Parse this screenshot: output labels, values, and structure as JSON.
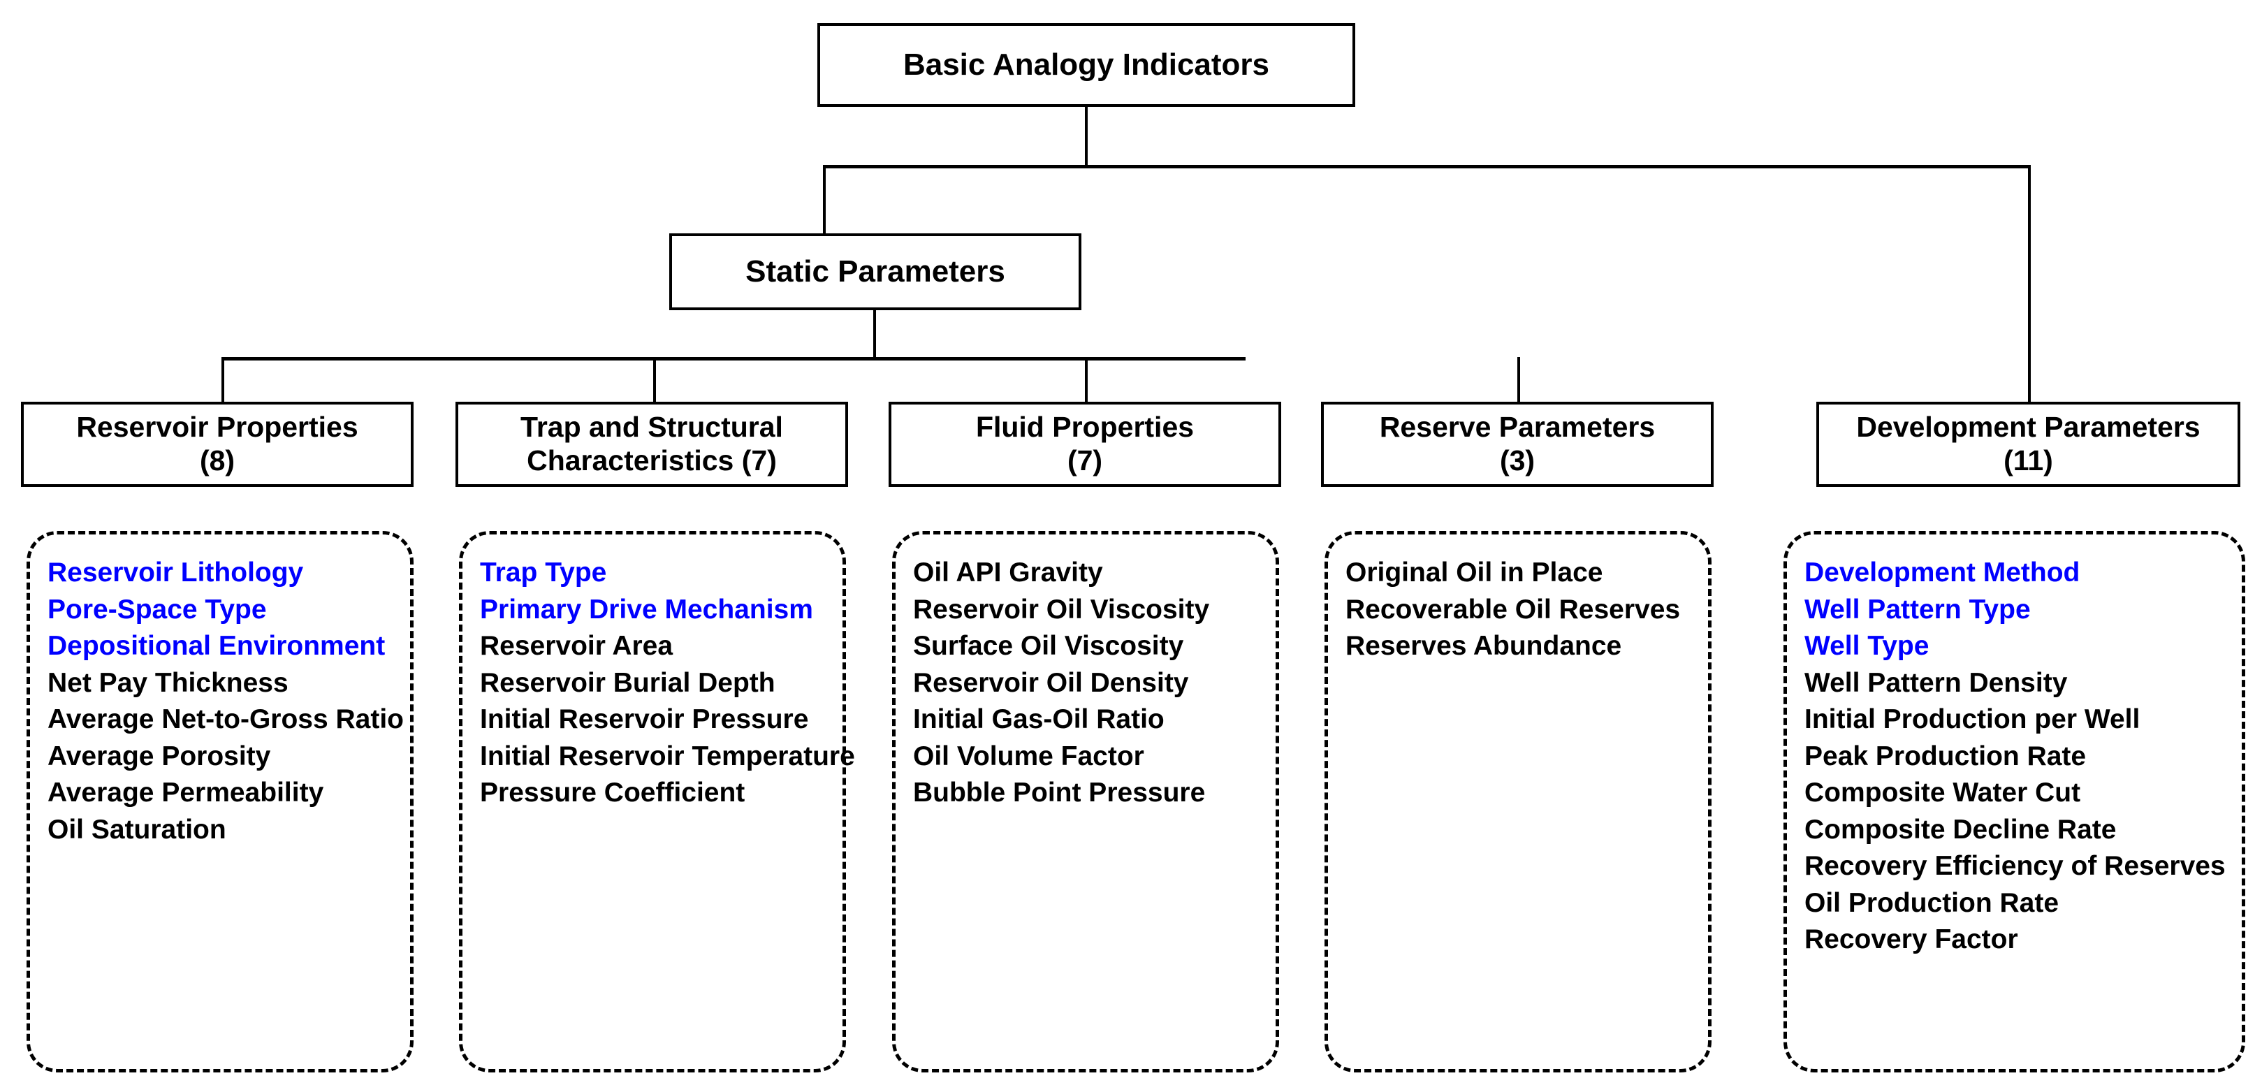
{
  "diagram": {
    "root": {
      "label": "Basic Analogy Indicators"
    },
    "level2": {
      "label": "Static Parameters"
    },
    "highlight_color": "#0000FF",
    "text_color": "#000000",
    "categories": [
      {
        "title": "Reservoir Properties",
        "count": "(8)",
        "title_line1": "Reservoir Properties",
        "title_line2": "(8)",
        "items": [
          {
            "label": "Reservoir Lithology",
            "highlighted": true
          },
          {
            "label": "Pore-Space Type",
            "highlighted": true
          },
          {
            "label": "Depositional Environment",
            "highlighted": true
          },
          {
            "label": "Net Pay Thickness",
            "highlighted": false
          },
          {
            "label": "Average Net-to-Gross Ratio",
            "highlighted": false
          },
          {
            "label": "Average Porosity",
            "highlighted": false
          },
          {
            "label": "Average Permeability",
            "highlighted": false
          },
          {
            "label": "Oil Saturation",
            "highlighted": false
          }
        ]
      },
      {
        "title": "Trap and Structural Characteristics",
        "count": "(7)",
        "title_line1": "Trap and Structural",
        "title_line2": "Characteristics (7)",
        "items": [
          {
            "label": "Trap Type",
            "highlighted": true
          },
          {
            "label": "Primary Drive Mechanism",
            "highlighted": true
          },
          {
            "label": "Reservoir Area",
            "highlighted": false
          },
          {
            "label": "Reservoir Burial Depth",
            "highlighted": false
          },
          {
            "label": "Initial Reservoir Pressure",
            "highlighted": false
          },
          {
            "label": "Initial Reservoir Temperature",
            "highlighted": false
          },
          {
            "label": "Pressure Coefficient",
            "highlighted": false
          }
        ]
      },
      {
        "title": "Fluid Properties",
        "count": "(7)",
        "title_line1": "Fluid Properties",
        "title_line2": "(7)",
        "items": [
          {
            "label": "Oil API Gravity",
            "highlighted": false
          },
          {
            "label": "Reservoir Oil Viscosity",
            "highlighted": false
          },
          {
            "label": "Surface Oil Viscosity",
            "highlighted": false
          },
          {
            "label": "Reservoir Oil Density",
            "highlighted": false
          },
          {
            "label": "Initial Gas-Oil Ratio",
            "highlighted": false
          },
          {
            "label": "Oil Volume Factor",
            "highlighted": false
          },
          {
            "label": "Bubble Point Pressure",
            "highlighted": false
          }
        ]
      },
      {
        "title": "Reserve Parameters",
        "count": "(3)",
        "title_line1": "Reserve Parameters",
        "title_line2": "(3)",
        "items": [
          {
            "label": "Original Oil in Place",
            "highlighted": false
          },
          {
            "label": "Recoverable Oil Reserves",
            "highlighted": false
          },
          {
            "label": "Reserves Abundance",
            "highlighted": false
          }
        ]
      },
      {
        "title": "Development Parameters",
        "count": "(11)",
        "title_line1": "Development Parameters",
        "title_line2": "(11)",
        "items": [
          {
            "label": "Development Method",
            "highlighted": true
          },
          {
            "label": "Well Pattern Type",
            "highlighted": true
          },
          {
            "label": "Well Type",
            "highlighted": true
          },
          {
            "label": "Well Pattern Density",
            "highlighted": false
          },
          {
            "label": "Initial Production per Well",
            "highlighted": false
          },
          {
            "label": "Peak Production Rate",
            "highlighted": false
          },
          {
            "label": "Composite Water Cut",
            "highlighted": false
          },
          {
            "label": "Composite Decline Rate",
            "highlighted": false
          },
          {
            "label": "Recovery Efficiency of Reserves",
            "highlighted": false
          },
          {
            "label": "Oil Production Rate",
            "highlighted": false
          },
          {
            "label": "Recovery Factor",
            "highlighted": false
          }
        ]
      }
    ]
  }
}
